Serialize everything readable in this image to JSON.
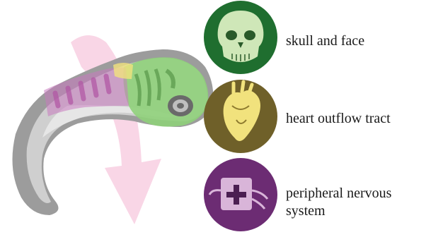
{
  "labels": {
    "skull_face": "skull and face",
    "heart_outflow": "heart outflow tract",
    "pns_line1": "peripheral nervous",
    "pns_line2": "system"
  },
  "colors": {
    "skull_circle": "#1f6e2f",
    "heart_circle": "#6f6029",
    "pns_circle": "#6c2c73",
    "arrow_pink": "#f7c8dd",
    "embryo_grey": "#9c9c9c",
    "embryo_light": "#d4d4d4",
    "head_green": "#8fd07a",
    "pharyngeal_magenta": "#c97ac0",
    "heart_yellow": "#f1e27d"
  },
  "icons": [
    "embryo-illustration",
    "migration-arrow",
    "skull-icon",
    "heart-icon",
    "spinal-cord-icon"
  ]
}
